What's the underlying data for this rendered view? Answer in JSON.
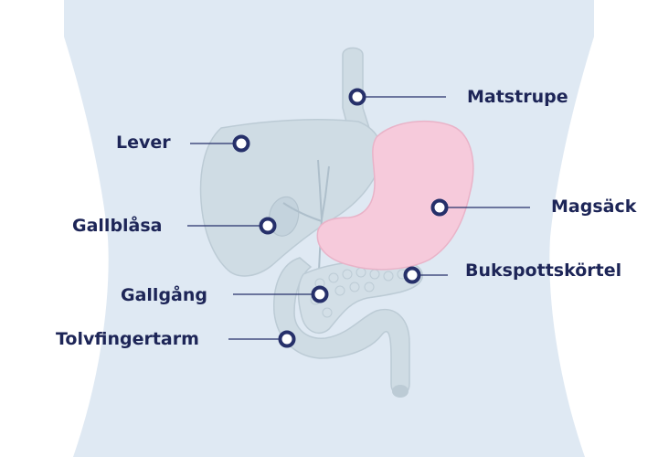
{
  "colors": {
    "body": "#dfe9f3",
    "organ": "#cfdce4",
    "organ_line": "#bccbd5",
    "stomach": "#f6cadb",
    "stomach_line": "#e9b3c8",
    "marker": "#26306a",
    "text": "#1d2557"
  },
  "labels": {
    "matstrupe": "Matstrupe",
    "lever": "Lever",
    "magsack": "Magsäck",
    "gallblasa": "Gallblåsa",
    "bukspottskortel": "Bukspottskörtel",
    "gallgang": "Gallgång",
    "tolvfingertarm": "Tolvfingertarm"
  }
}
